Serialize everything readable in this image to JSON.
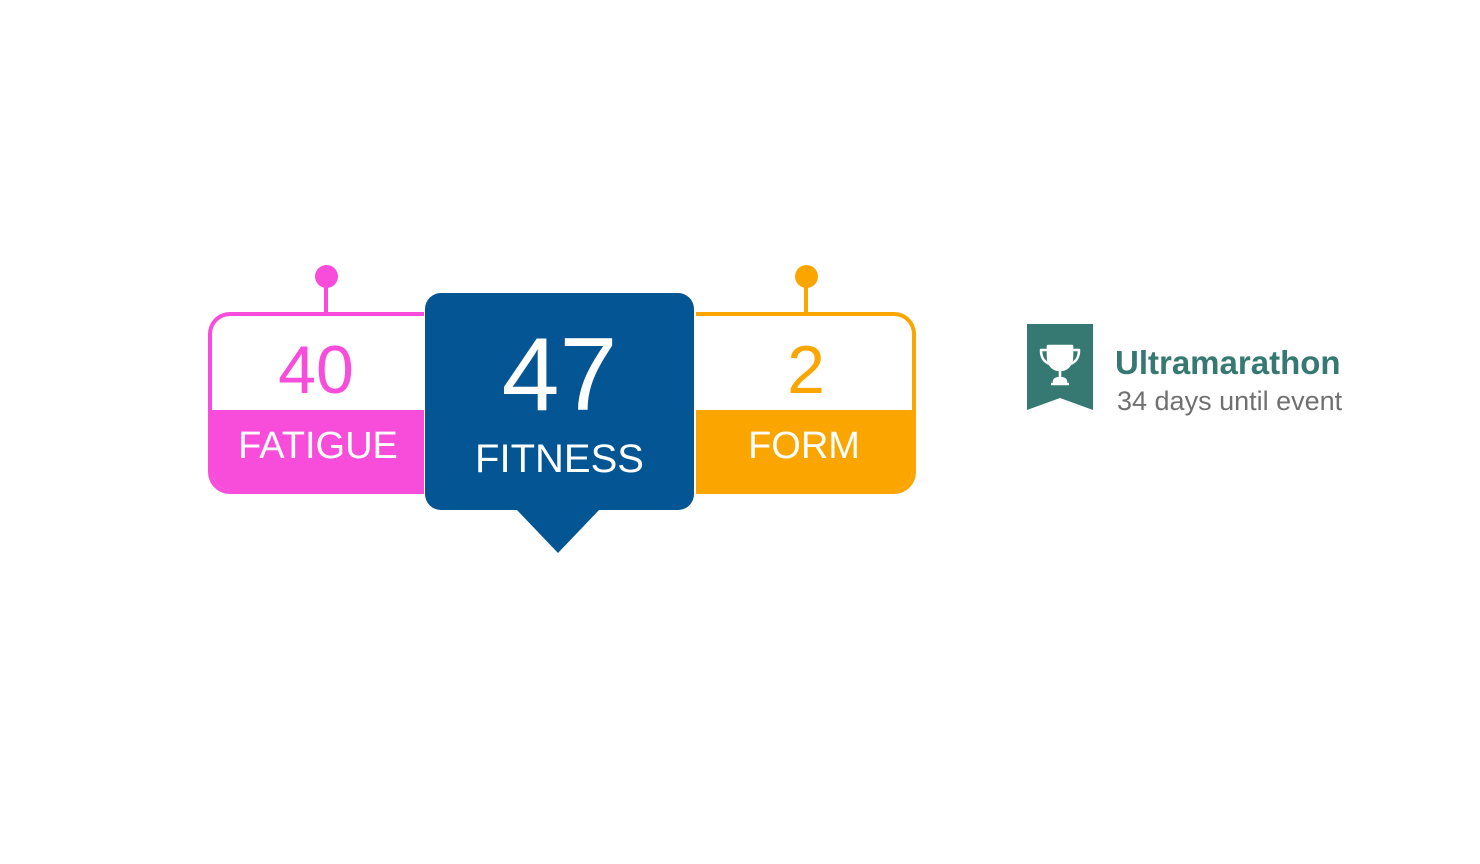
{
  "metrics": {
    "fatigue": {
      "value": "40",
      "label": "FATIGUE",
      "color": "#f84cdb"
    },
    "fitness": {
      "value": "47",
      "label": "FITNESS",
      "color": "#035594"
    },
    "form": {
      "value": "2",
      "label": "FORM",
      "color": "#fba500"
    }
  },
  "event": {
    "icon": "trophy-icon",
    "title": "Ultramarathon",
    "subtitle": "34 days until event",
    "color": "#367872"
  }
}
